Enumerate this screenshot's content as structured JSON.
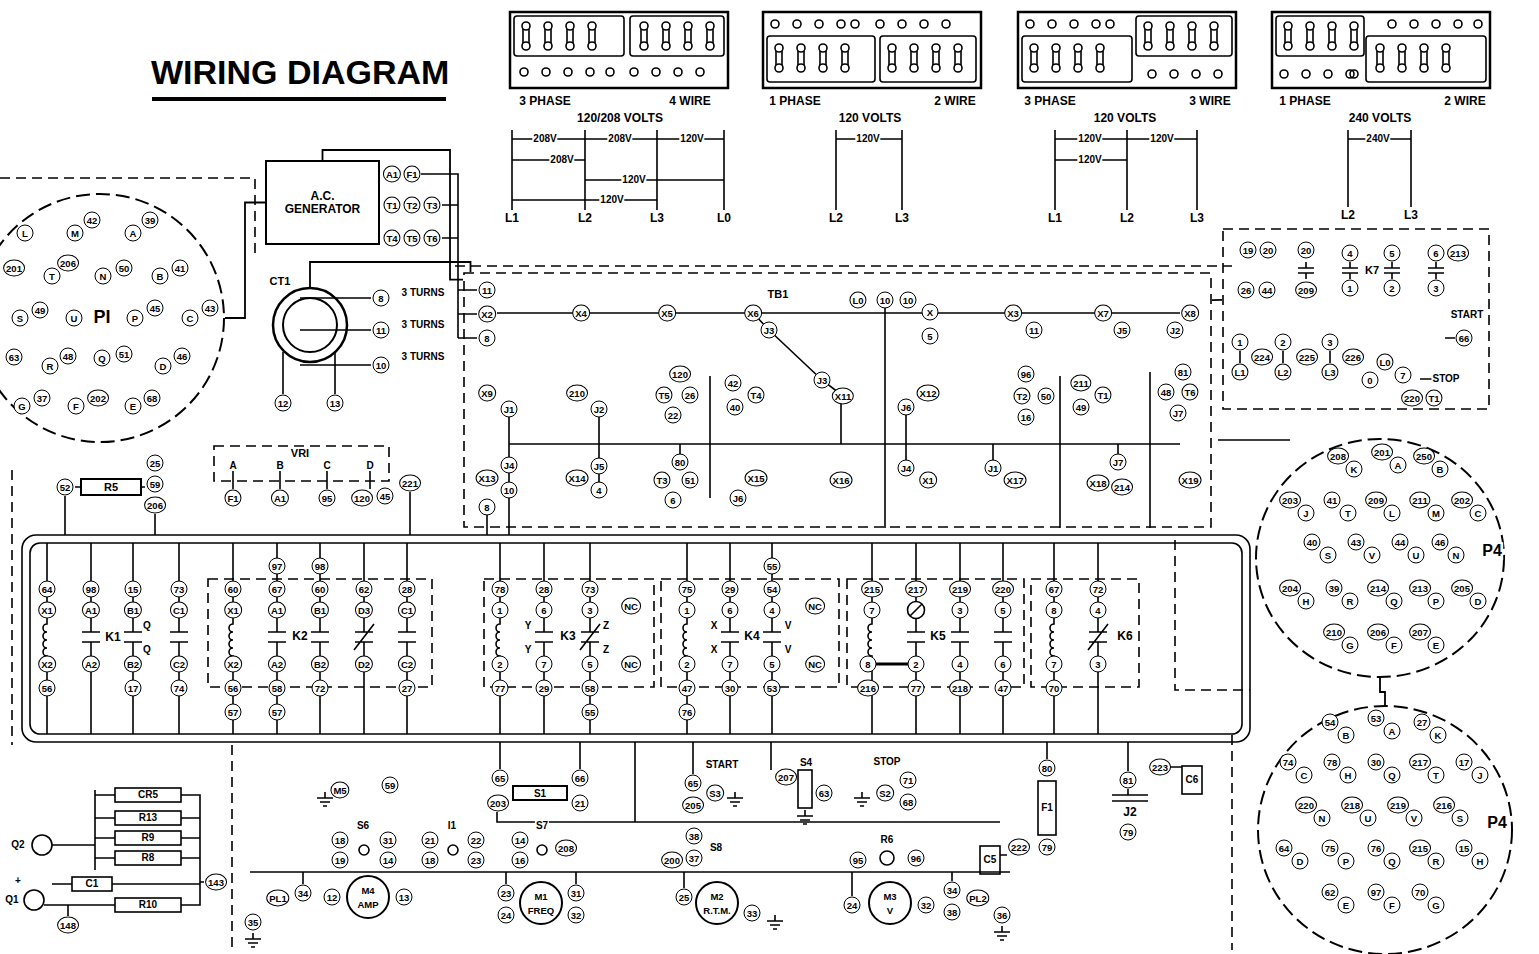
{
  "diagram": {
    "title": "WIRING DIAGRAM",
    "nodes": [
      {
        "text": [
          "A.C. GENERATOR"
        ]
      },
      {
        "text": [
          "PI"
        ]
      },
      {
        "text": [
          "CT1"
        ]
      },
      {
        "text": [
          "TB1"
        ]
      },
      {
        "text": [
          "R5"
        ]
      },
      {
        "text": [
          "VRI"
        ]
      },
      {
        "text": [
          "K7"
        ]
      },
      {
        "text": [
          "P4"
        ]
      },
      {
        "text": [
          "P4"
        ]
      },
      {
        "text": [
          "K2"
        ]
      },
      {
        "text": [
          "K3"
        ]
      },
      {
        "text": [
          "K4"
        ]
      },
      {
        "text": [
          "K5"
        ]
      },
      {
        "text": [
          "K6"
        ]
      },
      {
        "text": [
          "S1"
        ]
      },
      {
        "text": [
          "M4",
          "AMP"
        ]
      },
      {
        "text": [
          "M1",
          "FREQ"
        ]
      },
      {
        "text": [
          "M2",
          "R.T.M."
        ]
      },
      {
        "text": [
          "M3",
          "V"
        ]
      }
    ],
    "edges": [
      {
        "from": 1,
        "to": 0,
        "arrow": "none"
      },
      {
        "from": 0,
        "to": 3,
        "arrow": "none"
      },
      {
        "from": 2,
        "to": 3,
        "arrow": "none"
      },
      {
        "from": 3,
        "to": 6,
        "arrow": "none"
      },
      {
        "from": 7,
        "to": 8,
        "arrow": "none"
      }
    ],
    "labels": [
      "3 PHASE",
      "4 WIRE",
      "120/208 VOLTS",
      "208V",
      "208V",
      "120V",
      "208V",
      "120V",
      "120V",
      "L1",
      "L2",
      "L3",
      "L0",
      "1 PHASE",
      "2 WIRE",
      "120 VOLTS",
      "120V",
      "L2",
      "L3",
      "3 PHASE",
      "3 WIRE",
      "120 VOLTS",
      "120V",
      "120V",
      "120V",
      "L1",
      "L2",
      "L3",
      "1 PHASE",
      "2 WIRE",
      "240 VOLTS",
      "240V",
      "L2",
      "L3",
      "A1",
      "F1",
      "T1",
      "T2",
      "T3",
      "T4",
      "T5",
      "T6",
      "L",
      "M",
      "42",
      "A",
      "39",
      "201",
      "T",
      "206",
      "N",
      "50",
      "B",
      "41",
      "S",
      "49",
      "U",
      "P",
      "45",
      "C",
      "43",
      "Q",
      "51",
      "63",
      "R",
      "48",
      "D",
      "46",
      "G",
      "37",
      "F",
      "202",
      "E",
      "68",
      "8",
      "3 TURNS",
      "11",
      "3 TURNS",
      "10",
      "3 TURNS",
      "12",
      "13",
      "11",
      "X2",
      "8",
      "X4",
      "X5",
      "X6",
      "J3",
      "L0",
      "10",
      "10",
      "X",
      "5",
      "X3",
      "11",
      "X7",
      "J5",
      "X8",
      "J2",
      "X9",
      "J1",
      "210",
      "J2",
      "120",
      "T5",
      "26",
      "22",
      "42",
      "T4",
      "40",
      "J3",
      "X11",
      "J6",
      "X12",
      "96",
      "T2",
      "50",
      "16",
      "211",
      "49",
      "T1",
      "81",
      "48",
      "T6",
      "J7",
      "X13",
      "J4",
      "10",
      "8",
      "X14",
      "J5",
      "4",
      "80",
      "T3",
      "51",
      "6",
      "X15",
      "J6",
      "X16",
      "J4",
      "X1",
      "J1",
      "X17",
      "J7",
      "X18",
      "214",
      "X19",
      "19",
      "20",
      "20",
      "4",
      "5",
      "6",
      "213",
      "26",
      "44",
      "209",
      "1",
      "2",
      "3",
      "1",
      "2",
      "3",
      "START",
      "66",
      "L1",
      "224",
      "L2",
      "225",
      "L3",
      "226",
      "L0",
      "0",
      "7",
      "STOP",
      "220",
      "T1",
      "52",
      "25",
      "59",
      "206",
      "A",
      "B",
      "C",
      "D",
      "F1",
      "A1",
      "95",
      "120",
      "45",
      "221",
      "64",
      "X1",
      "X2",
      "56",
      "98",
      "A1",
      "A2",
      "K1",
      "15",
      "B1",
      "Q",
      "Q",
      "B2",
      "17",
      "73",
      "C1",
      "C2",
      "74",
      "60",
      "X1",
      "X2",
      "56",
      "57",
      "97",
      "67",
      "A1",
      "A2",
      "58",
      "57",
      "98",
      "60",
      "B1",
      "B2",
      "72",
      "62",
      "D3",
      "D2",
      "28",
      "C1",
      "C2",
      "27",
      "78",
      "1",
      "2",
      "77",
      "28",
      "6",
      "Y",
      "Y",
      "7",
      "29",
      "73",
      "3",
      "Z",
      "Z",
      "5",
      "58",
      "55",
      "NC",
      "NC",
      "75",
      "1",
      "2",
      "47",
      "76",
      "29",
      "6",
      "X",
      "X",
      "7",
      "30",
      "55",
      "54",
      "4",
      "V",
      "V",
      "5",
      "53",
      "NC",
      "NC",
      "215",
      "7",
      "8",
      "216",
      "217",
      "2",
      "77",
      "219",
      "3",
      "4",
      "218",
      "220",
      "5",
      "6",
      "47",
      "67",
      "8",
      "7",
      "70",
      "72",
      "4",
      "3",
      "208",
      "K",
      "201",
      "A",
      "250",
      "B",
      "203",
      "J",
      "41",
      "T",
      "209",
      "L",
      "211",
      "M",
      "202",
      "C",
      "40",
      "S",
      "43",
      "V",
      "44",
      "U",
      "46",
      "N",
      "204",
      "H",
      "39",
      "R",
      "214",
      "Q",
      "213",
      "P",
      "205",
      "D",
      "210",
      "G",
      "206",
      "F",
      "207",
      "E",
      "54",
      "B",
      "53",
      "A",
      "27",
      "K",
      "74",
      "C",
      "78",
      "H",
      "30",
      "Q",
      "217",
      "T",
      "17",
      "J",
      "220",
      "N",
      "218",
      "U",
      "219",
      "V",
      "216",
      "S",
      "64",
      "D",
      "75",
      "P",
      "76",
      "Q",
      "215",
      "R",
      "15",
      "H",
      "62",
      "E",
      "97",
      "F",
      "70",
      "G",
      "M5",
      "59",
      "65",
      "66",
      "203",
      "21",
      "START",
      "65",
      "S3",
      "205",
      "S4",
      "207",
      "63",
      "STOP",
      "S2",
      "71",
      "68",
      "F1",
      "80",
      "79",
      "222",
      "C5",
      "81",
      "223",
      "C6",
      "J2",
      "79",
      "S6",
      "18",
      "31",
      "19",
      "14",
      "I1",
      "21",
      "22",
      "18",
      "23",
      "S7",
      "14",
      "208",
      "16",
      "S8",
      "38",
      "37",
      "200",
      "R6",
      "95",
      "96",
      "PL1",
      "34",
      "35",
      "12",
      "13",
      "23",
      "31",
      "24",
      "32",
      "25",
      "33",
      "24",
      "32",
      "34",
      "38",
      "PL2",
      "36",
      "CR5",
      "R13",
      "R9",
      "R8",
      "C1",
      "R10",
      "Q2",
      "Q1",
      "+",
      "143",
      "148"
    ]
  }
}
